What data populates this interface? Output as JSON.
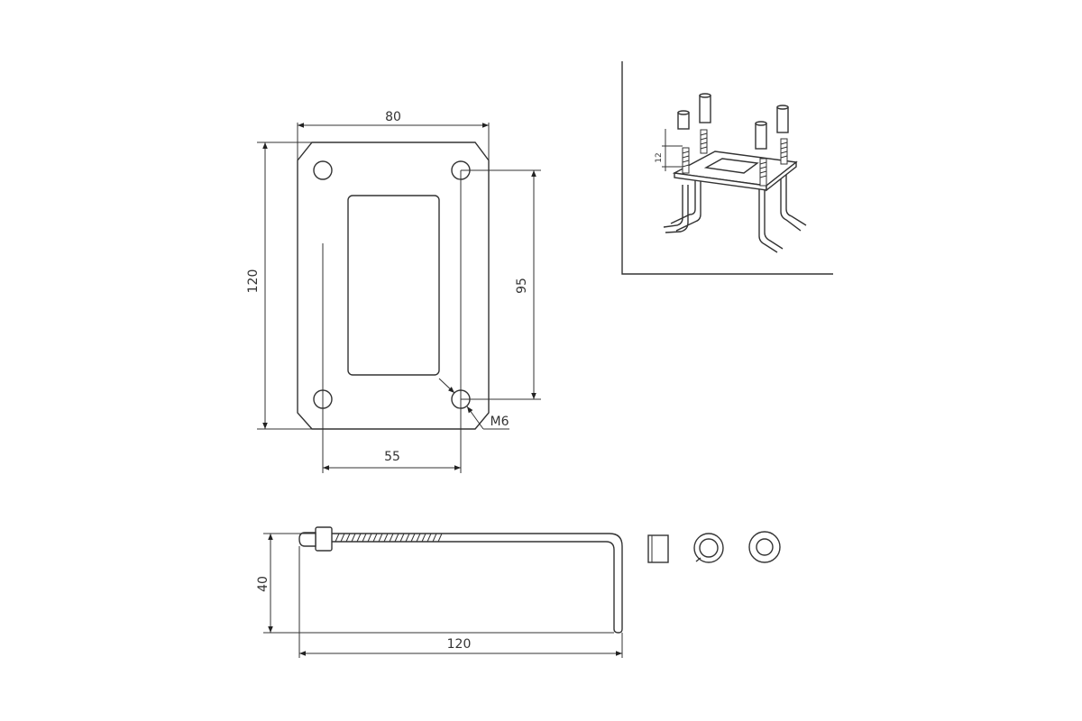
{
  "plate_drawing": {
    "width_dim": "80",
    "height_dim": "120",
    "hole_spacing_vertical": "95",
    "hole_spacing_horizontal": "55",
    "thread_label": "M6"
  },
  "bolt_drawing": {
    "height_dim": "40",
    "length_dim": "120"
  },
  "isometric_view": {
    "spacing_dim": "12"
  }
}
